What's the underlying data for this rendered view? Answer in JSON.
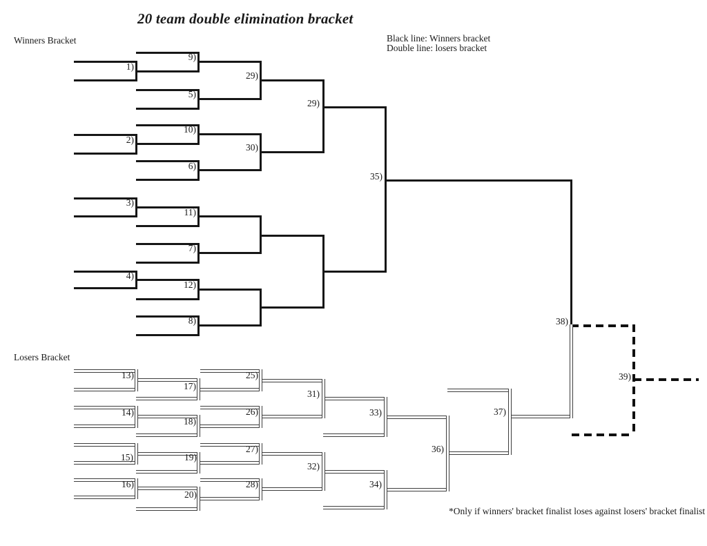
{
  "title": "20 team double elimination bracket",
  "sections": {
    "winners_label": "Winners Bracket",
    "losers_label": "Losers Bracket"
  },
  "legend": {
    "black_line": "Black line: Winners bracket",
    "double_line": "Double line: losers bracket"
  },
  "footnote": "*Only if winners' bracket finalist loses against losers' bracket finalist",
  "colors": {
    "background": "#ffffff",
    "winners_line": "#161616",
    "losers_line": "#3c3c3c",
    "dashed_line": "#101010",
    "text": "#1a1a1a"
  },
  "match_labels": {
    "m1": "1)",
    "m2": "2)",
    "m3": "3)",
    "m4": "4)",
    "m5": "5)",
    "m6": "6)",
    "m7": "7)",
    "m8": "8)",
    "m9": "9)",
    "m10": "10)",
    "m11": "11)",
    "m12": "12)",
    "m13": "13)",
    "m14": "14)",
    "m15": "15)",
    "m16": "16)",
    "m17": "17)",
    "m18": "18)",
    "m19": "19)",
    "m20": "20)",
    "m25": "25)",
    "m26": "26)",
    "m27": "27)",
    "m28": "28)",
    "m29": "29)",
    "m29_semifinal": "29)",
    "m30": "30)",
    "m31": "31)",
    "m32": "32)",
    "m33": "33)",
    "m34": "34)",
    "m35": "35)",
    "m36": "36)",
    "m37": "37)",
    "m38": "38)",
    "m39": "39)"
  }
}
